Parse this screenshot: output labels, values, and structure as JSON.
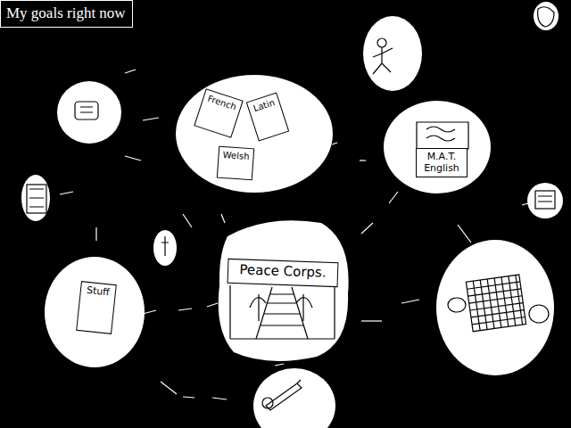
{
  "diagram": {
    "title": "My goals right now",
    "nodes": [
      {
        "text": [
          "French"
        ]
      },
      {
        "text": [
          "Latin"
        ]
      },
      {
        "text": [
          "Welsh"
        ]
      },
      {
        "text": [
          "M.A.T. English"
        ]
      },
      {
        "text": [
          "Stuff"
        ]
      },
      {
        "text": [
          "Peace Corps."
        ]
      }
    ]
  }
}
